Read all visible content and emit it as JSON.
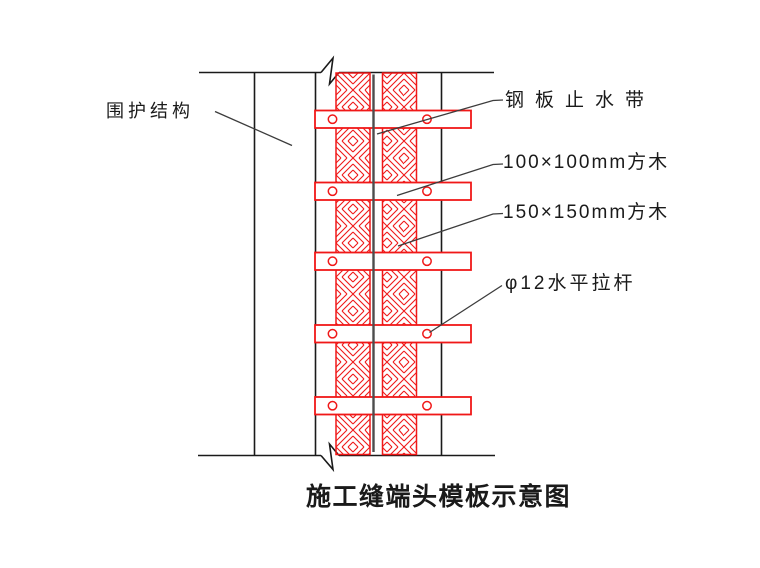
{
  "diagram": {
    "title": "施工缝端头模板示意图",
    "labels": {
      "enclosure": "围护结构",
      "waterstop": "钢板止水带",
      "timber100": "100×100mm方木",
      "timber150": "150×150mm方木",
      "tierod": "φ12水平拉杆"
    },
    "colors": {
      "red": "#f01818",
      "line_black": "#1a1a1a",
      "waterstop_gray": "#4d4d4d",
      "leader_gray": "#3c3c3c"
    }
  }
}
